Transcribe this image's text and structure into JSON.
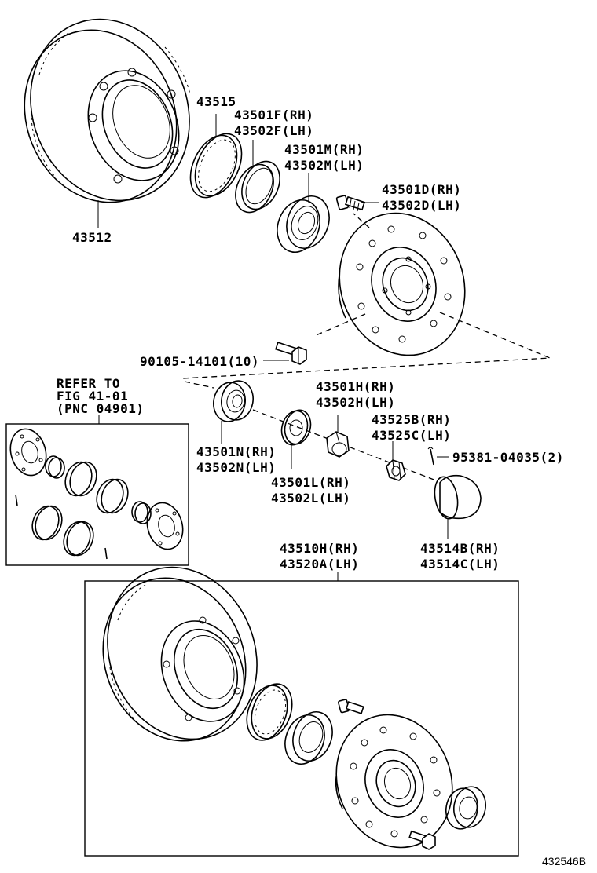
{
  "parts": {
    "disc": "43512",
    "oil_seal": "43515",
    "outer_race_rh": "43501F(RH)",
    "outer_race_lh": "43502F(LH)",
    "inner_bearing_rh": "43501M(RH)",
    "inner_bearing_lh": "43502M(LH)",
    "hub_bolt_rh": "43501D(RH)",
    "hub_bolt_lh": "43502D(LH)",
    "bolt": "90105-14101(10)",
    "outer_bearing_rh": "43501N(RH)",
    "outer_bearing_lh": "43502N(LH)",
    "washer_rh": "43501L(RH)",
    "washer_lh": "43502L(LH)",
    "nut_rh": "43501H(RH)",
    "nut_lh": "43502H(LH)",
    "lock_cap_rh": "43525B(RH)",
    "lock_cap_lh": "43525C(LH)",
    "cotter_pin": "95381-04035(2)",
    "grease_cap_rh": "43514B(RH)",
    "grease_cap_lh": "43514C(LH)",
    "hub_assy_rh": "43510H(RH)",
    "hub_assy_lh": "43520A(LH)"
  },
  "refer": {
    "line1": "REFER TO",
    "line2": "FIG 41-01",
    "line3": "(PNC 04901)"
  },
  "figure_number": "432546B"
}
